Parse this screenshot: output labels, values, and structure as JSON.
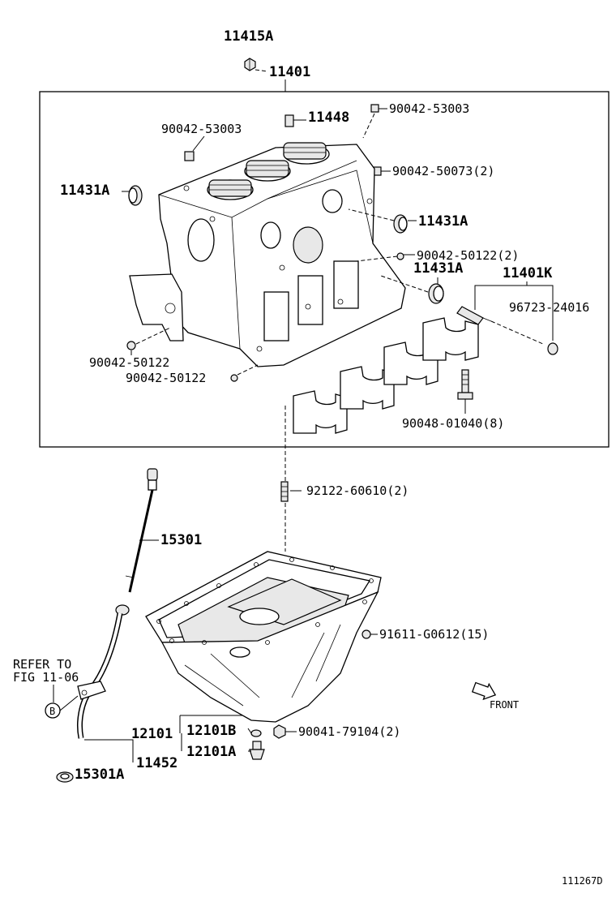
{
  "labels": {
    "p11415A": "11415A",
    "p11401": "11401",
    "p11448": "11448",
    "p90042_53003_top": "90042-53003",
    "p90042_53003_left": "90042-53003",
    "p90042_50073": "90042-50073(2)",
    "p11431A_left": "11431A",
    "p11431A_right1": "11431A",
    "p90042_50122_2": "90042-50122(2)",
    "p11431A_right2": "11431A",
    "p11401K": "11401K",
    "p96723_24016": "96723-24016",
    "p90042_50122_a": "90042-50122",
    "p90042_50122_b": "90042-50122",
    "p90048_01040": "90048-01040(8)",
    "p92122_60610": "92122-60610(2)",
    "p15301": "15301",
    "p91611_G0612": "91611-G0612(15)",
    "refer_line1": "REFER TO",
    "refer_line2": "FIG 11-06",
    "ref_b": "B",
    "front": "FRONT",
    "p12101": "12101",
    "p12101B": "12101B",
    "p90041_79104": "90041-79104(2)",
    "p11452": "11452",
    "p12101A": "12101A",
    "p15301A": "15301A",
    "figure_id": "111267D"
  },
  "icons": {
    "front_arrow": "front-arrow-icon",
    "ref_circle": "circle-b-icon"
  }
}
